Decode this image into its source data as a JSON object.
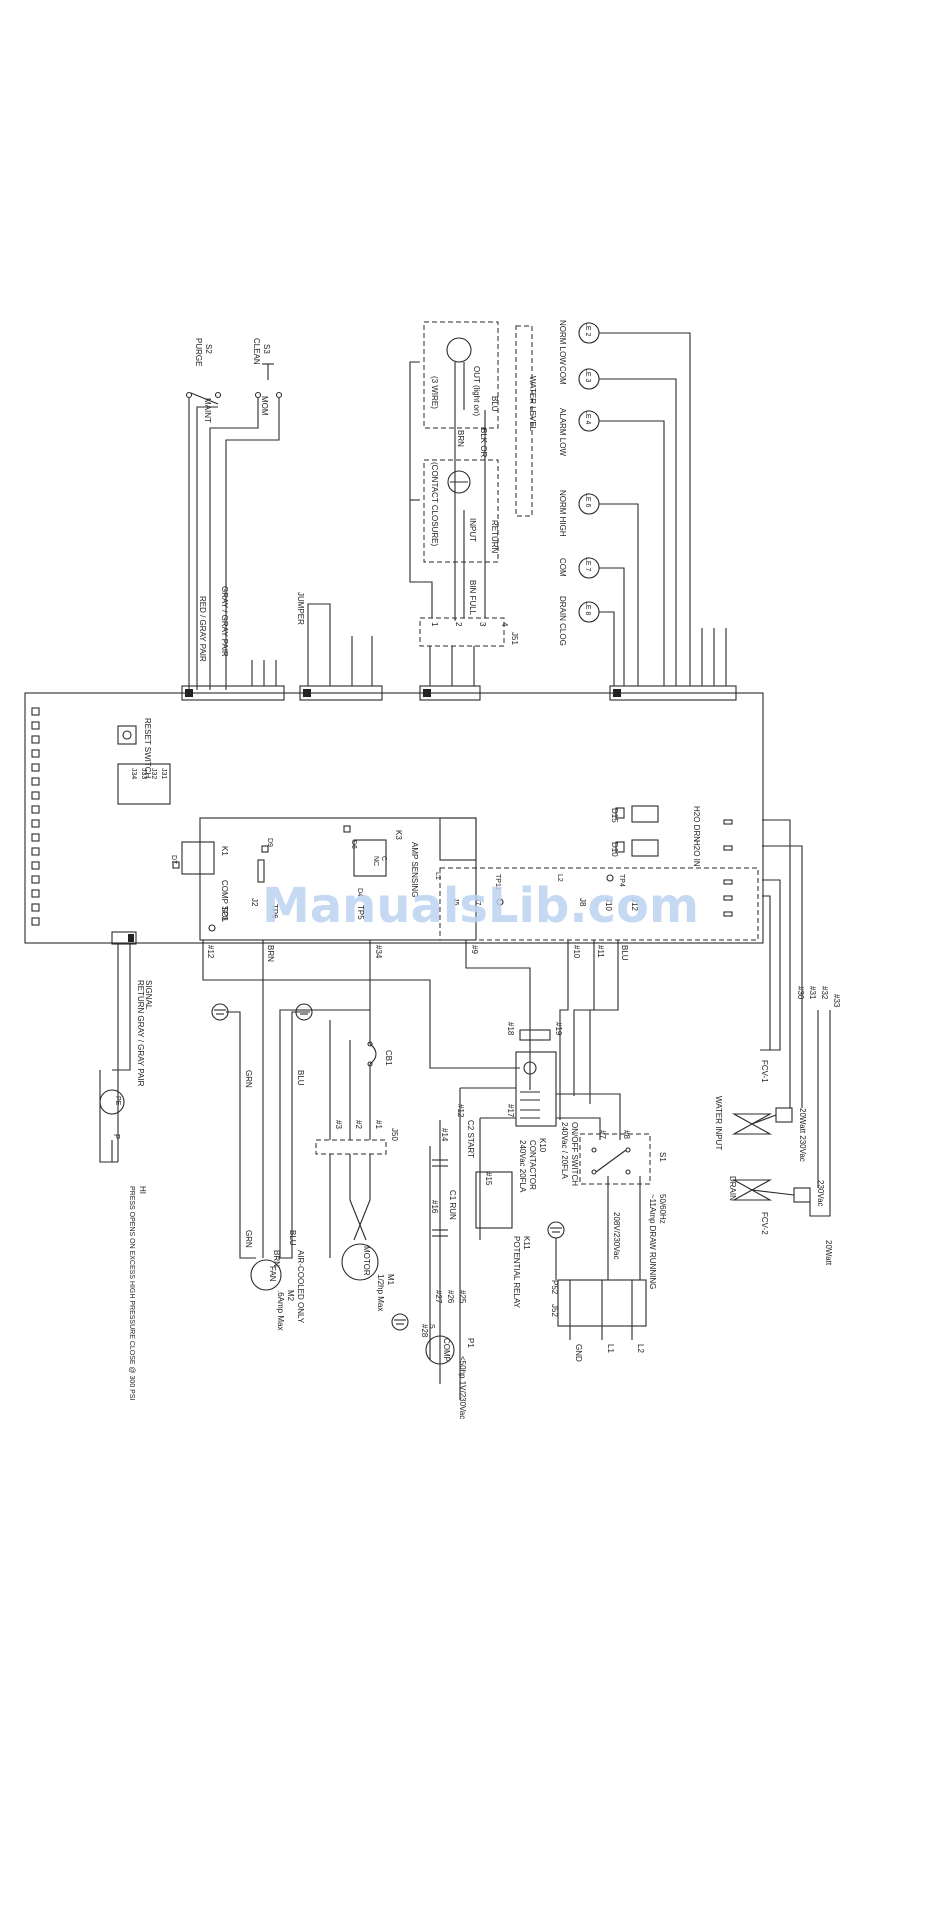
{
  "watermark": "ManualsLib.com",
  "switches": {
    "s3": "S3",
    "s3_name": "CLEAN",
    "s2": "S2",
    "s2_name": "PURGE",
    "mom": "MOM",
    "maint": "MAINT"
  },
  "top_wires": {
    "gray_pair": "GRAY / GRAY PAIR",
    "red_gray_pair": "RED / GRAY PAIR",
    "jumper": "JUMPER"
  },
  "bin_sensor": {
    "out": "OUT (light on)",
    "three_wire": "(3 WIRE)",
    "blu": "BLU",
    "blk_or": "BLK OR",
    "brn": "BRN",
    "return": "RETURN",
    "input": "INPUT",
    "contact_closure": "(CONTACT CLOSURE)",
    "bin_full": "BIN FULL"
  },
  "j51": {
    "label": "J51",
    "pins": [
      "1",
      "2",
      "3",
      "4"
    ]
  },
  "water_level": {
    "title": "WATER LEVEL",
    "probes": [
      {
        "tag": "LE 2",
        "label": "NORM LOW"
      },
      {
        "tag": "LE 3",
        "label": "COM"
      },
      {
        "tag": "LE 4",
        "label": "ALARM LOW"
      },
      {
        "tag": "LE 6",
        "label": "NORM HIGH"
      },
      {
        "tag": "LE 7",
        "label": "COM"
      },
      {
        "tag": "LE 8",
        "label": "DRAIN CLOG"
      }
    ]
  },
  "board": {
    "reset_switch": "RESET SWITCH",
    "jumpers": [
      "J31",
      "J32",
      "J33",
      "J34"
    ],
    "k1": "K1",
    "d7": "D7",
    "comp_sol": "COMP SOL",
    "tp3": "TP3",
    "j2": "J2",
    "d9": "D9",
    "tp6": "TP6",
    "k3": "K3",
    "c": "C",
    "nc": "NC",
    "d6": "D6",
    "d4": "D4",
    "tp5": "TP5",
    "amp_sensing": "AMP SENSING",
    "l1": "L1",
    "l2": "L2",
    "j5": "J5",
    "j7": "J7",
    "tp11": "TP11",
    "j8": "J8",
    "j10": "J10",
    "j12": "J12",
    "tp4": "TP4",
    "d15": "D15",
    "d10": "D10",
    "h2o_drn": "H2O DRN",
    "h2o_in": "H2O IN",
    "signal": "SIGNAL",
    "signal_return": "RETURN GRAY / GRAY PAIR"
  },
  "wire_numbers": [
    "#12",
    "BRN",
    "#34",
    "#9",
    "#10",
    "#11",
    "BLU",
    "#30",
    "#31",
    "#32",
    "#33"
  ],
  "fcv": {
    "fcv1": "FCV-1",
    "fcv1_rating": "20Watt 230Vac",
    "water_input": "WATER INPUT",
    "fcv2": "FCV-2",
    "fcv2_rating": "230Vac",
    "drain": "DRAIN",
    "fcv2_watt": "20Watt"
  },
  "pressure_switch": {
    "hi": "HI",
    "pe": "PE",
    "p": "P",
    "note": "PRESS OPENS ON EXCESS HIGH PRESSURE CLOSE @ 300 PSI"
  },
  "lower_left": {
    "grn": "GRN",
    "blu": "BLU",
    "brn": "BRN",
    "cb1": "CB1",
    "w1": "#1",
    "w2": "#2",
    "w3": "#3",
    "j50": "J50",
    "fan": "FAN",
    "m2": "M2",
    "air_cooled": "AIR-COOLED ONLY",
    "m2_max": ".6Amp Max",
    "motor": "MOTOR",
    "m1": "M1",
    "m1_max": "1/2hp Max"
  },
  "contactor": {
    "w18": "#18",
    "w19": "#19",
    "w17": "#17",
    "w12": "#12",
    "k10": "K10",
    "k10_name": "CONTACTOR",
    "k10_rating": "240Vac 20FLA",
    "c2_start": "C2 START",
    "c1_run": "C1 RUN",
    "w14": "#14",
    "w16": "#16",
    "w15": "#15",
    "k11": "K11",
    "k11_name": "POTENTIAL RELAY",
    "w7": "#7",
    "w8": "#8",
    "on_off": "ON/OFF SWITCH",
    "on_off_rating": "240Vac / 20FLA",
    "s1": "S1"
  },
  "compressor": {
    "w25": "#25",
    "w26": "#26",
    "w27": "#27",
    "w28": "#28",
    "p1": "P1",
    "comp": "COMP",
    "comp_rating": "<50hp 1V/230Vac",
    "s": "S",
    "c": "C",
    "r": "R"
  },
  "power": {
    "freq": "50/60Hz",
    "draw": "~11Amp DRAW RUNNING",
    "voltage": "208V/230Vac",
    "p52": "P52",
    "j52": "J52",
    "gnd": "GND",
    "l1": "L1",
    "l2": "L2"
  }
}
